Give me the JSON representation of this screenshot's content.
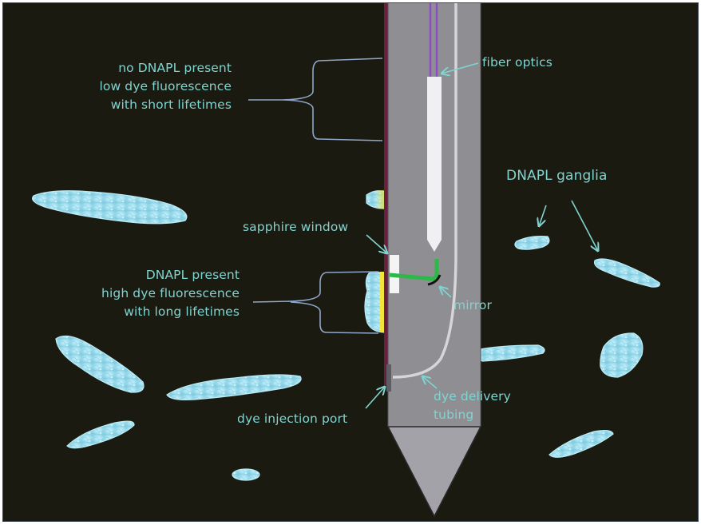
{
  "figure": {
    "type": "probe schematic",
    "colors": {
      "background": "#1b1a10",
      "label_text": "#7fd4d0",
      "probe_body": "#8f8e93",
      "probe_tip": "#a3a2a8",
      "fiber_optics": "#8a4fc6",
      "tubing": "#d6d6d8",
      "light_path": "#2eb84a",
      "mirror": "#111111",
      "sapphire_window": "#f4f4f4",
      "dnapl_ganglia": "#a8e4f2",
      "fluorescence_glow": "#f2e43a",
      "probe_wall_strip": "#6b1f3f",
      "bracket_line": "#8fa7c9"
    }
  },
  "labels": {
    "no_dnapl": [
      "no DNAPL present",
      "low dye fluorescence",
      "with short lifetimes"
    ],
    "dnapl_present": [
      "DNAPL present",
      "high dye fluorescence",
      "with long lifetimes"
    ],
    "fiber_optics": "fiber optics",
    "sapphire_window": "sapphire window",
    "mirror": "mirror",
    "dnapl_ganglia": "DNAPL ganglia",
    "dye_injection_port": "dye injection port",
    "dye_delivery_tubing": [
      "dye delivery",
      "tubing"
    ]
  }
}
